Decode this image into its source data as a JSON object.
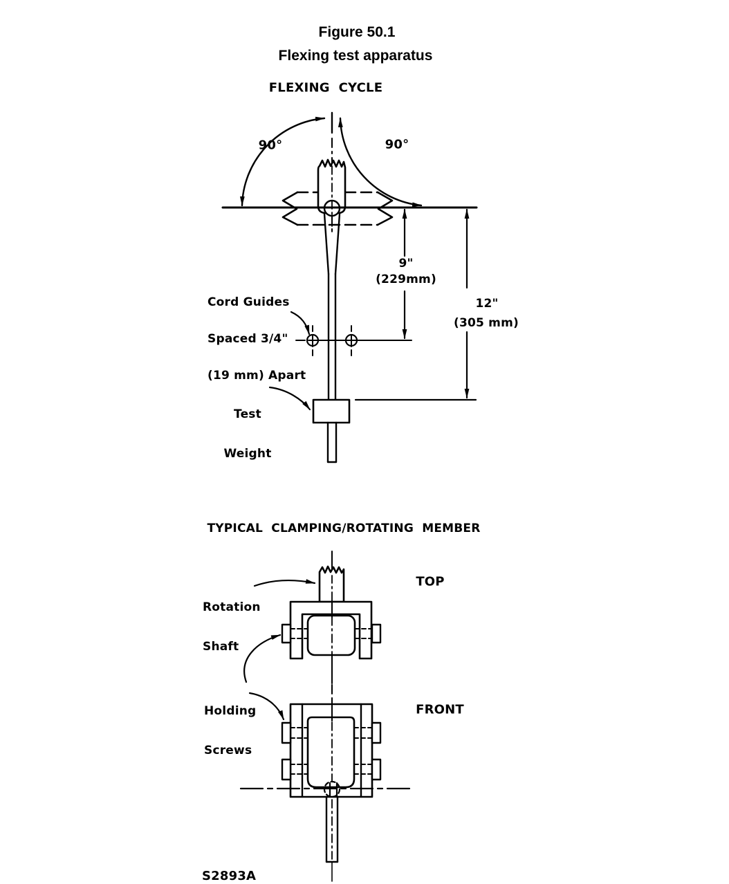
{
  "page": {
    "background": "#ffffff",
    "ink": "#000000"
  },
  "header": {
    "figure_number": "Figure 50.1",
    "figure_title": "Flexing test apparatus"
  },
  "flexing_cycle": {
    "heading": "FLEXING  CYCLE",
    "angle_left": "90°",
    "angle_right": "90°",
    "cord_guides_note": {
      "line1": "Cord Guides",
      "line2": "Spaced 3/4\"",
      "line3": "(19 mm) Apart"
    },
    "dim_9": {
      "value": "9\"",
      "metric": "(229mm)"
    },
    "dim_12": {
      "value": "12\"",
      "metric": "(305 mm)"
    },
    "test_weight": {
      "line1": "Test",
      "line2": "Weight"
    }
  },
  "clamping_member": {
    "heading": "TYPICAL  CLAMPING/ROTATING  MEMBER",
    "rotation_shaft": {
      "line1": "Rotation",
      "line2": "Shaft"
    },
    "holding_screws": {
      "line1": "Holding",
      "line2": "Screws"
    },
    "top_view_label": "TOP",
    "front_view_label": "FRONT"
  },
  "footer": {
    "drawing_number": "S2893A"
  }
}
